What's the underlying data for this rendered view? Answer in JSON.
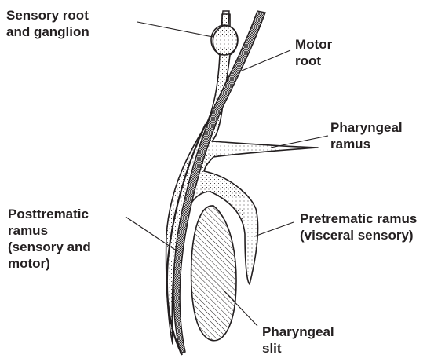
{
  "labels": {
    "sensory_root": [
      "Sensory root",
      "and ganglion"
    ],
    "motor_root": [
      "Motor",
      "root"
    ],
    "pharyngeal_ramus": [
      "Pharyngeal",
      "ramus"
    ],
    "posttrematic_ramus": [
      "Posttrematic",
      "ramus",
      "(sensory and",
      "motor)"
    ],
    "pretrematic_ramus": [
      "Pretrematic ramus",
      "(visceral sensory)"
    ],
    "pharyngeal_slit": [
      "Pharyngeal",
      "slit"
    ]
  },
  "colors": {
    "ink": "#231f20",
    "paper": "#ffffff"
  }
}
